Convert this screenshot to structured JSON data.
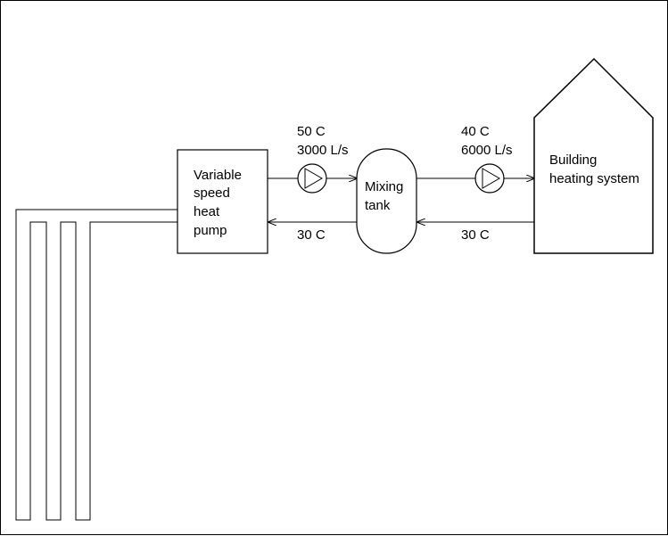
{
  "heat_pump": {
    "lines": [
      "Variable",
      "speed",
      "heat",
      "pump"
    ]
  },
  "mixing_tank": {
    "lines": [
      "Mixing",
      "tank"
    ]
  },
  "building": {
    "lines": [
      "Building",
      "heating system"
    ]
  },
  "loop1": {
    "supply_temp": "50 C",
    "supply_flow": "3000 L/s",
    "return_temp": "30 C"
  },
  "loop2": {
    "supply_temp": "40 C",
    "supply_flow": "6000 L/s",
    "return_temp": "30 C"
  }
}
